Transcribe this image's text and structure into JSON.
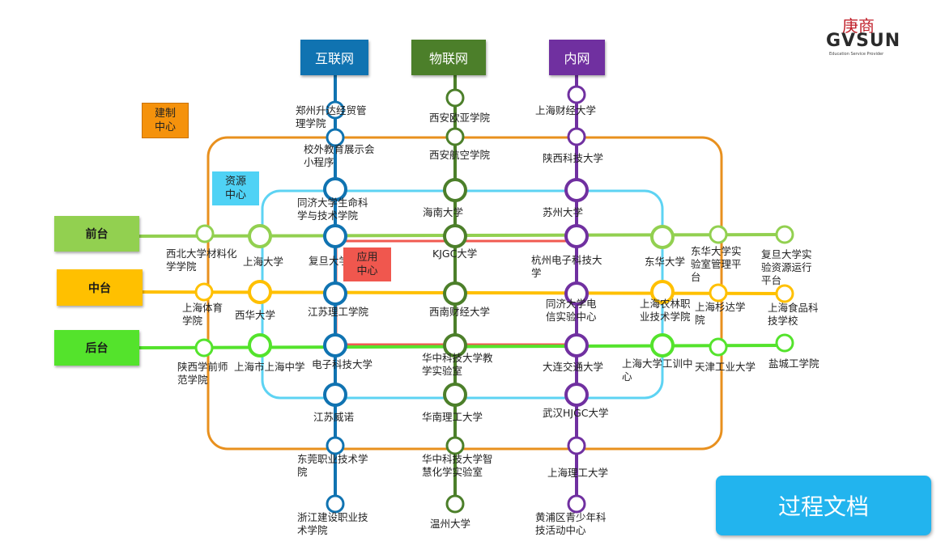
{
  "logo": {
    "mark": "庚商",
    "word": "GVSUN",
    "tagline": "Education Service Provider"
  },
  "networks": [
    {
      "key": "internet",
      "label": "互联网",
      "color": "#1073b1"
    },
    {
      "key": "iot",
      "label": "物联网",
      "color": "#4c7f2a"
    },
    {
      "key": "intranet",
      "label": "内网",
      "color": "#7030a0"
    }
  ],
  "centers": {
    "build": {
      "label1": "建制",
      "label2": "中心",
      "color": "#f5920c"
    },
    "resource": {
      "label1": "资源",
      "label2": "中心",
      "color": "#4fd2f5"
    },
    "application": {
      "label1": "应用",
      "label2": "中心",
      "color": "#f0574e"
    }
  },
  "tiers": [
    {
      "key": "front",
      "label": "前台",
      "color": "#92d050"
    },
    {
      "key": "middle",
      "label": "中台",
      "color": "#ffc000"
    },
    {
      "key": "back",
      "label": "后台",
      "color": "#54e32c"
    }
  ],
  "lines": {
    "internet": {
      "color": "#1073b1"
    },
    "iot": {
      "color": "#4c7f2a"
    },
    "intranet": {
      "color": "#7030a0"
    },
    "front": {
      "color": "#92d050"
    },
    "middle": {
      "color": "#ffc000"
    },
    "back": {
      "color": "#54e32c"
    },
    "build_loop": {
      "color": "#e8901e"
    },
    "resource_loop": {
      "color": "#5dd3f3"
    },
    "application_loop": {
      "color": "#f05a50"
    }
  },
  "stations": [
    {
      "name": "郑州升达经贸管理学院",
      "lines": [
        "郑州升达经贸管",
        "理学院"
      ]
    },
    {
      "name": "校外教育展示会小程序",
      "lines": [
        "校外教育展示会",
        "小程序"
      ]
    },
    {
      "name": "同济大学生命科学与技术学院",
      "lines": [
        "同济大学生命科",
        "学与技术学院"
      ]
    },
    {
      "name": "复旦大学",
      "lines": [
        "复旦大学"
      ]
    },
    {
      "name": "江苏理工学院",
      "lines": [
        "江苏理工学院"
      ]
    },
    {
      "name": "电子科技大学",
      "lines": [
        "电子科技大学"
      ]
    },
    {
      "name": "江苏威诺",
      "lines": [
        "江苏威诺"
      ]
    },
    {
      "name": "东莞职业技术学院",
      "lines": [
        "东莞职业技术学",
        "院"
      ]
    },
    {
      "name": "浙江建设职业技术学院",
      "lines": [
        "浙江建设职业技",
        "术学院"
      ]
    },
    {
      "name": "西安欧亚学院",
      "lines": [
        "西安欧亚学院"
      ]
    },
    {
      "name": "西安航空学院",
      "lines": [
        "西安航空学院"
      ]
    },
    {
      "name": "海南大学",
      "lines": [
        "海南大学"
      ]
    },
    {
      "name": "KJGC大学",
      "lines": [
        "KJGC大学"
      ]
    },
    {
      "name": "西南财经大学",
      "lines": [
        "西南财经大学"
      ]
    },
    {
      "name": "华中科技大学教学实验室",
      "lines": [
        "华中科技大学教",
        "学实验室"
      ]
    },
    {
      "name": "华南理工大学",
      "lines": [
        "华南理工大学"
      ]
    },
    {
      "name": "华中科技大学智慧化学实验室",
      "lines": [
        "华中科技大学智",
        "慧化学实验室"
      ]
    },
    {
      "name": "温州大学",
      "lines": [
        "温州大学"
      ]
    },
    {
      "name": "上海财经大学",
      "lines": [
        "上海财经大学"
      ]
    },
    {
      "name": "陕西科技大学",
      "lines": [
        "陕西科技大学"
      ]
    },
    {
      "name": "苏州大学",
      "lines": [
        "苏州大学"
      ]
    },
    {
      "name": "杭州电子科技大学",
      "lines": [
        "杭州电子科技大",
        "学"
      ]
    },
    {
      "name": "同济大学电信实验中心",
      "lines": [
        "同济大学电",
        "信实验中心"
      ]
    },
    {
      "name": "大连交通大学",
      "lines": [
        "大连交通大学"
      ]
    },
    {
      "name": "武汉HJGC大学",
      "lines": [
        "武汉HJGC大学"
      ]
    },
    {
      "name": "上海理工大学",
      "lines": [
        "上海理工大学"
      ]
    },
    {
      "name": "黄浦区青少年科技活动中心",
      "lines": [
        "黄浦区青少年科",
        "技活动中心"
      ]
    },
    {
      "name": "西北大学材料化学学院",
      "lines": [
        "西北大学材料化",
        "学学院"
      ]
    },
    {
      "name": "上海大学",
      "lines": [
        "上海大学"
      ]
    },
    {
      "name": "东华大学",
      "lines": [
        "东华大学"
      ]
    },
    {
      "name": "东华大学实验室管理平台",
      "lines": [
        "东华大学实",
        "验室管理平",
        "台"
      ]
    },
    {
      "name": "复旦大学实验资源运行平台",
      "lines": [
        "复旦大学实",
        "验资源运行",
        "平台"
      ]
    },
    {
      "name": "上海体育学院",
      "lines": [
        "上海体育",
        "学院"
      ]
    },
    {
      "name": "西华大学",
      "lines": [
        "西华大学"
      ]
    },
    {
      "name": "上海农林职业技术学院",
      "lines": [
        "上海农林职",
        "业技术学院"
      ]
    },
    {
      "name": "上海杉达学院",
      "lines": [
        "上海杉达学",
        "院"
      ]
    },
    {
      "name": "上海食品科技学校",
      "lines": [
        "上海食品科",
        "技学校"
      ]
    },
    {
      "name": "陕西学前师范学院",
      "lines": [
        "陕西学前师",
        "范学院"
      ]
    },
    {
      "name": "上海市上海中学",
      "lines": [
        "上海市上海中学"
      ]
    },
    {
      "name": "上海大学工训中心",
      "lines": [
        "上海大学工训中",
        "心"
      ]
    },
    {
      "name": "天津工业大学",
      "lines": [
        "天津工业大学"
      ]
    },
    {
      "name": "盐城工学院",
      "lines": [
        "盐城工学院"
      ]
    }
  ],
  "process_doc_button": "过程文档"
}
